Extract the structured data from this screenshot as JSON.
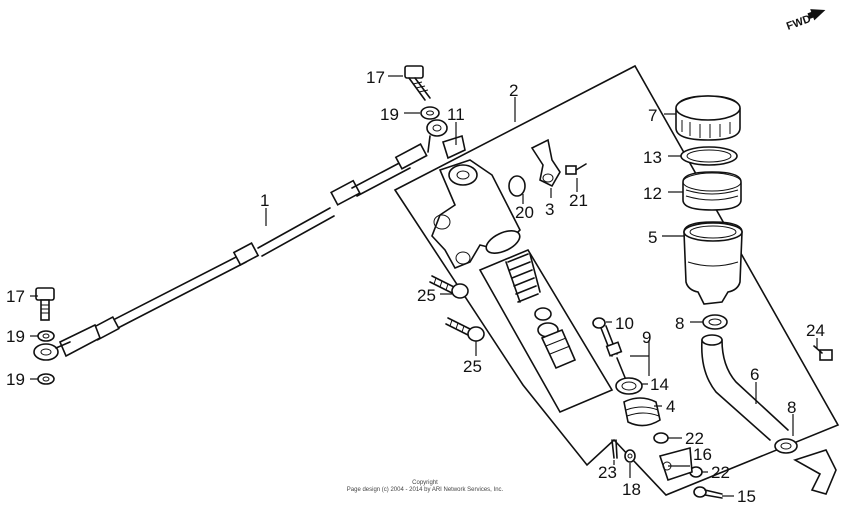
{
  "fwd_label": "FWD",
  "callouts": {
    "p1": "1",
    "p2": "2",
    "p3": "3",
    "p4": "4",
    "p5": "5",
    "p6": "6",
    "p7": "7",
    "p8a": "8",
    "p8b": "8",
    "p9": "9",
    "p10": "10",
    "p11": "11",
    "p12": "12",
    "p13": "13",
    "p14": "14",
    "p15": "15",
    "p16": "16",
    "p17a": "17",
    "p17b": "17",
    "p18": "18",
    "p19a": "19",
    "p19b": "19",
    "p19c": "19",
    "p20": "20",
    "p21": "21",
    "p22a": "22",
    "p22b": "22",
    "p23": "23",
    "p24": "24",
    "p25a": "25",
    "p25b": "25"
  },
  "copyright": {
    "line1": "Copyright",
    "line2": "Page design (c) 2004 - 2014 by ARI Network Services, Inc."
  }
}
